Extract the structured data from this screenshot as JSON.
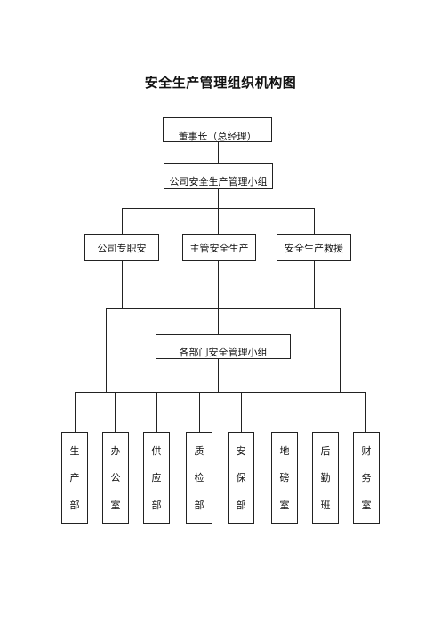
{
  "title": "安全生产管理组织机构图",
  "top": "董事长（总经理）",
  "committee": "公司安全生产管理小组",
  "managers": [
    "公司专职安",
    "主管安全生产",
    "安全生产救援"
  ],
  "dept_group": "各部门安全管理小组",
  "departments": [
    [
      "生",
      "产",
      "部"
    ],
    [
      "办",
      "公",
      "室"
    ],
    [
      "供",
      "应",
      "部"
    ],
    [
      "质",
      "检",
      "部"
    ],
    [
      "安",
      "保",
      "部"
    ],
    [
      "地",
      "磅",
      "室"
    ],
    [
      "后",
      "勤",
      "班"
    ],
    [
      "财",
      "务",
      "室"
    ]
  ]
}
